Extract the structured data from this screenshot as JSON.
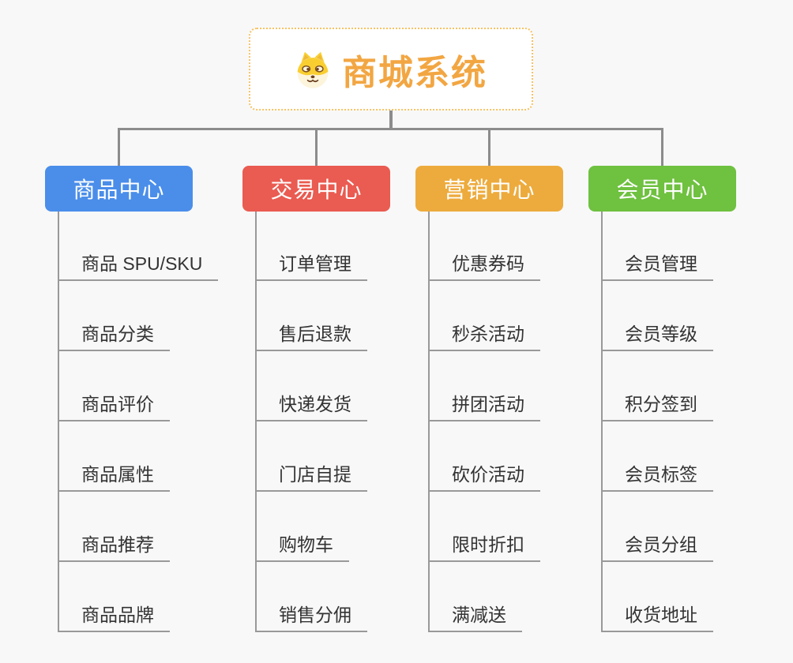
{
  "root": {
    "title": "商城系统",
    "icon": "shiba-dog-icon"
  },
  "branches": [
    {
      "id": "product-center",
      "label": "商品中心",
      "color": "#4a8eea",
      "items": [
        "商品 SPU/SKU",
        "商品分类",
        "商品评价",
        "商品属性",
        "商品推荐",
        "商品品牌"
      ]
    },
    {
      "id": "trade-center",
      "label": "交易中心",
      "color": "#ea5b51",
      "items": [
        "订单管理",
        "售后退款",
        "快递发货",
        "门店自提",
        "购物车",
        "销售分佣"
      ]
    },
    {
      "id": "marketing-center",
      "label": "营销中心",
      "color": "#edab3d",
      "items": [
        "优惠券码",
        "秒杀活动",
        "拼团活动",
        "砍价活动",
        "限时折扣",
        "满减送"
      ]
    },
    {
      "id": "member-center",
      "label": "会员中心",
      "color": "#6fc140",
      "items": [
        "会员管理",
        "会员等级",
        "积分签到",
        "会员标签",
        "会员分组",
        "收货地址"
      ]
    }
  ],
  "colors": {
    "background": "#f8f8f8",
    "connector": "#8c8c8c",
    "underline": "#999999",
    "item_text": "#333333",
    "root_accent": "#f2a642",
    "root_border": "#f6c264",
    "root_background": "#ffffff"
  }
}
